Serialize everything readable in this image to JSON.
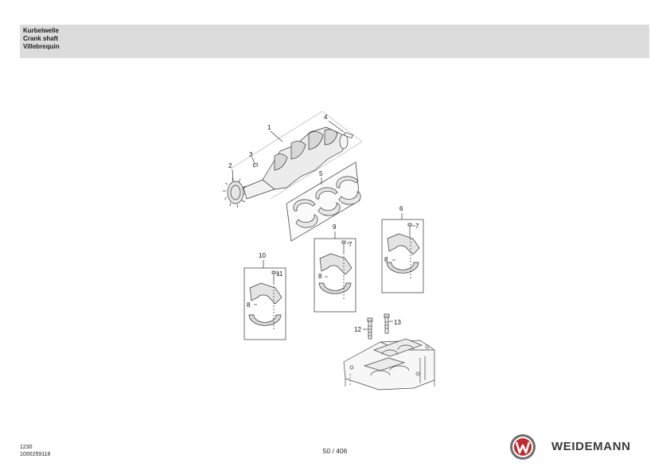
{
  "header": {
    "title_de": "Kurbelwelle",
    "title_en": "Crank shaft",
    "title_fr": "Villebrequin"
  },
  "diagram": {
    "callouts": {
      "c1": "1",
      "c2": "2",
      "c3": "3",
      "c4": "4",
      "c5": "5",
      "c6": "6",
      "c7a": "7",
      "c7b": "7",
      "c8a": "8",
      "c8b": "8",
      "c8c": "8",
      "c9": "9",
      "c10": "10",
      "c11": "11",
      "c12": "12",
      "c13": "13"
    }
  },
  "footer": {
    "ref1": "1230",
    "ref2": "1000259118",
    "page": "50 / 406",
    "brand": "WEIDEMANN"
  },
  "colors": {
    "header_band": "#dcdcdc",
    "logo_red": "#c1272d",
    "logo_grey": "#6d6d6d",
    "line_art": "#333333"
  }
}
